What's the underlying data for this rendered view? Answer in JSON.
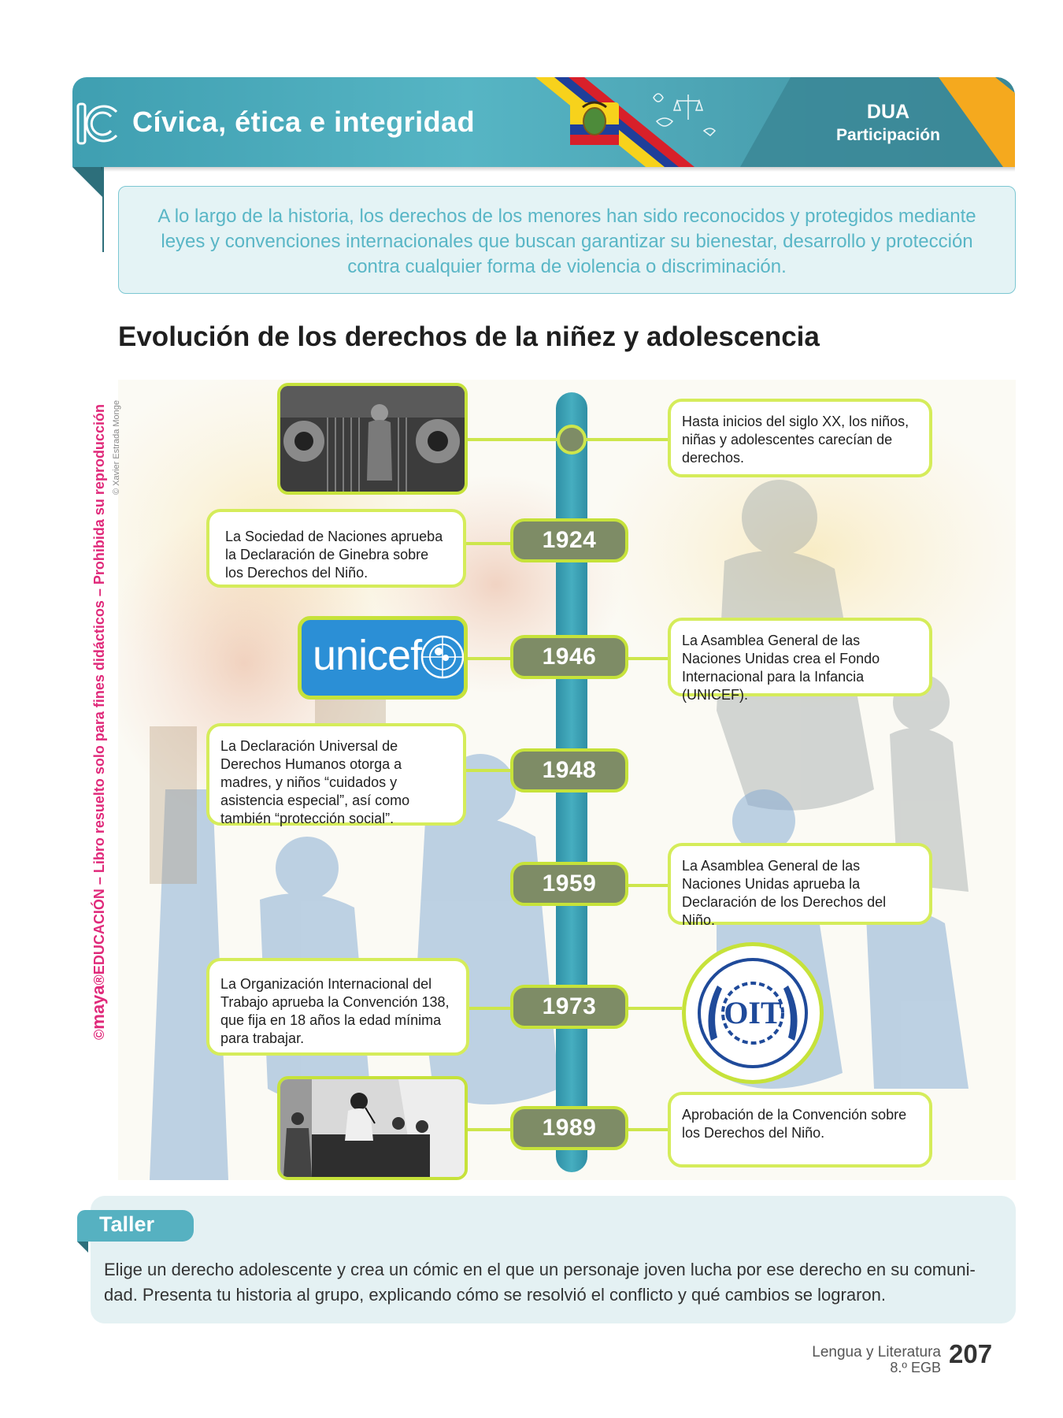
{
  "header": {
    "section_title": "Cívica, ética e integridad",
    "dua_title": "DUA",
    "dua_subtitle": "Participación"
  },
  "intro": "A lo largo de la historia, los derechos de los menores han sido reconocidos y protegidos mediante leyes y convenciones internacionales que buscan garantizar su bienestar, desarrollo y protección contra cualquier forma de violencia o discriminación.",
  "timeline": {
    "heading": "Evolución de los derechos de la niñez y adolescencia",
    "photo_credit": "© Xavier Estrada Monge",
    "start_text": "Hasta inicios del siglo XX, los niños, niñas y adolescentes carecían de derechos.",
    "events": [
      {
        "year": "1924",
        "text": "La Sociedad de Naciones aprueba la Declaración de Ginebra sobre los Derechos del Niño."
      },
      {
        "year": "1946",
        "text": "La Asamblea General de las Naciones Unidas crea el Fondo Internacional para la Infancia (UNICEF)."
      },
      {
        "year": "1948",
        "text": "La Declaración Universal de Derechos Humanos otorga a madres, y niños “cuidados y asistencia especial”, así como también “protección social”."
      },
      {
        "year": "1959",
        "text": "La Asamblea General de las Naciones Unidas aprueba la Declaración de los Derechos del Niño."
      },
      {
        "year": "1973",
        "text": "La Organización Internacional del Trabajo aprueba la Convención 138, que fija en 18 años la edad mínima para trabajar."
      },
      {
        "year": "1989",
        "text": "Aprobación de la Convención sobre los Derechos del Niño."
      }
    ],
    "unicef_logo_text": "unicef",
    "oit_logo_text": "OIT"
  },
  "side_credit": {
    "brand": "maya",
    "text": "EDUCACIÓN – Libro resuelto solo para fines didácticos – Prohibida su reproducción"
  },
  "taller": {
    "label": "Taller",
    "text": "Elige un derecho adolescente y crea un cómic en el que un personaje joven lucha por ese derecho en su comuni-dad. Presenta tu historia al grupo, explicando cómo se resolvió el conflicto y qué cambios se lograron."
  },
  "footer": {
    "subject": "Lengua y Literatura",
    "grade": "8.º EGB",
    "page": "207"
  },
  "colors": {
    "banner": "#56b5c4",
    "year_badge": "#7e8c66",
    "lime_border": "#c6e23a",
    "axis": "#46aec0",
    "credit_pink": "#e0297a"
  }
}
